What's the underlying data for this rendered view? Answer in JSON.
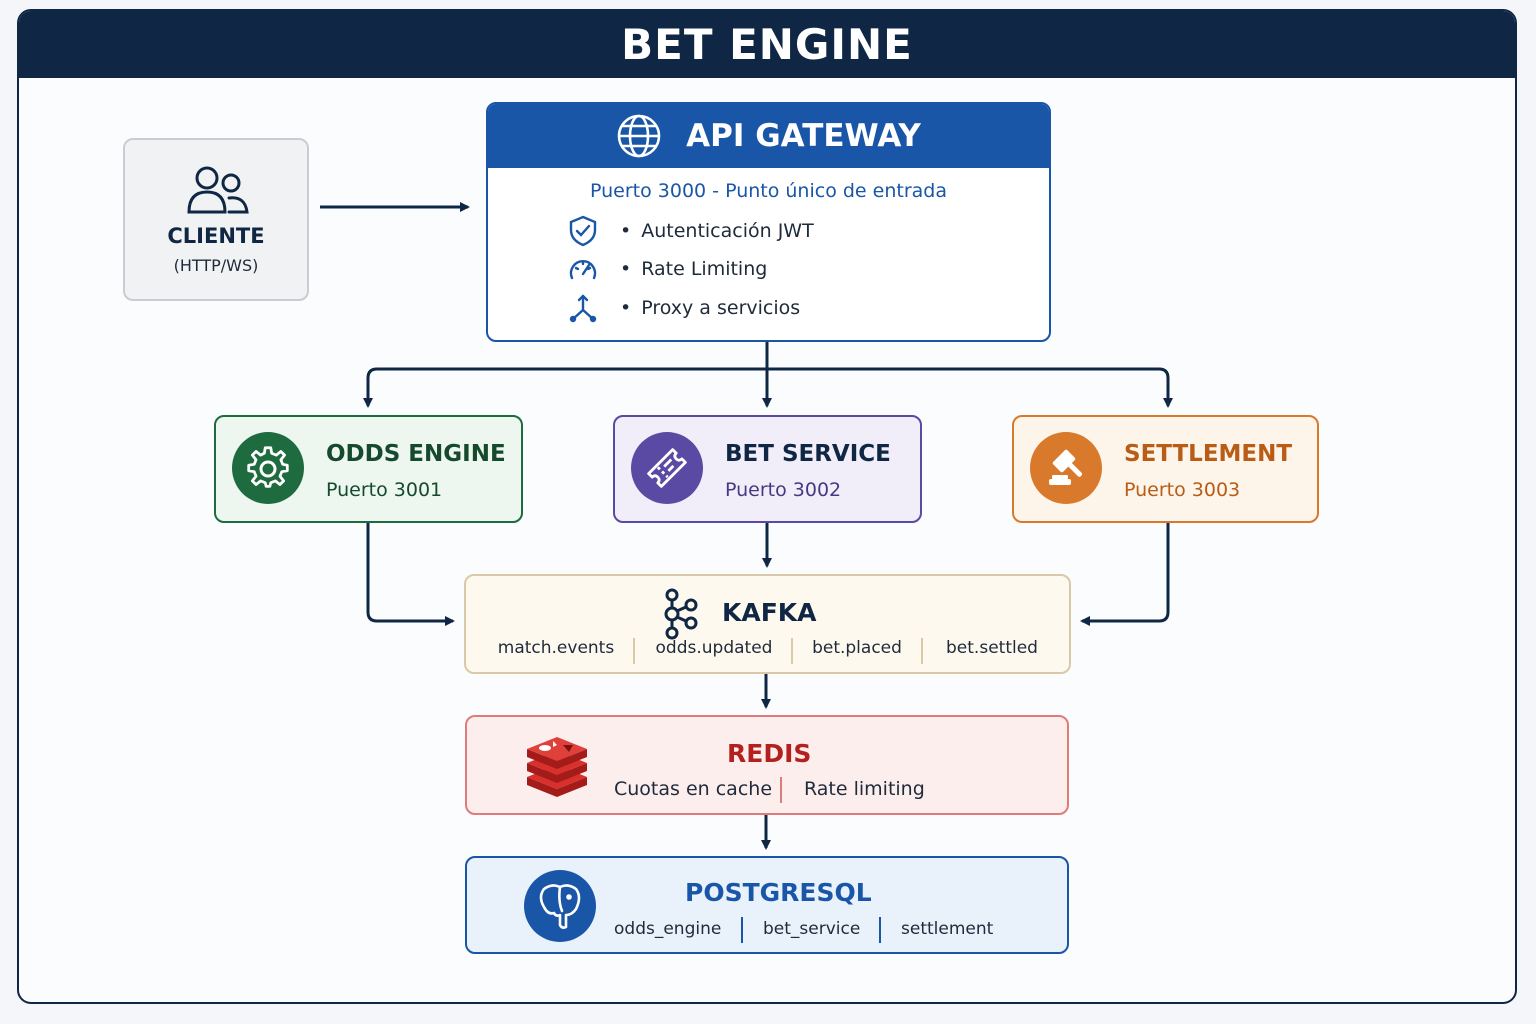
{
  "title": "BET ENGINE",
  "colors": {
    "navy": "#0f2744",
    "gateway_blue": "#1a56a8",
    "odds_green": "#1e6b3f",
    "bet_purple": "#5a4aa3",
    "settlement_orange": "#d9792c",
    "redis_red": "#b3201e"
  },
  "client": {
    "name": "CLIENTE",
    "protocol": "(HTTP/WS)",
    "icon": "users-icon"
  },
  "gateway": {
    "name": "API GATEWAY",
    "icon": "globe-icon",
    "subtitle": "Puerto 3000 - Punto único de entrada",
    "features": [
      {
        "label": "Autenticación JWT",
        "icon": "shield-check-icon"
      },
      {
        "label": "Rate Limiting",
        "icon": "speedometer-icon"
      },
      {
        "label": "Proxy a servicios",
        "icon": "split-arrows-icon"
      }
    ]
  },
  "services": [
    {
      "name": "ODDS ENGINE",
      "port": "Puerto 3001",
      "icon": "gear-icon"
    },
    {
      "name": "BET SERVICE",
      "port": "Puerto 3002",
      "icon": "ticket-icon"
    },
    {
      "name": "SETTLEMENT",
      "port": "Puerto 3003",
      "icon": "gavel-icon"
    }
  ],
  "kafka": {
    "name": "KAFKA",
    "icon": "kafka-icon",
    "topics": [
      "match.events",
      "odds.updated",
      "bet.placed",
      "bet.settled"
    ]
  },
  "redis": {
    "name": "REDIS",
    "icon": "redis-icon",
    "items": [
      "Cuotas en cache",
      "Rate limiting"
    ]
  },
  "postgres": {
    "name": "POSTGRESQL",
    "icon": "elephant-icon",
    "databases": [
      "odds_engine",
      "bet_service",
      "settlement"
    ]
  }
}
